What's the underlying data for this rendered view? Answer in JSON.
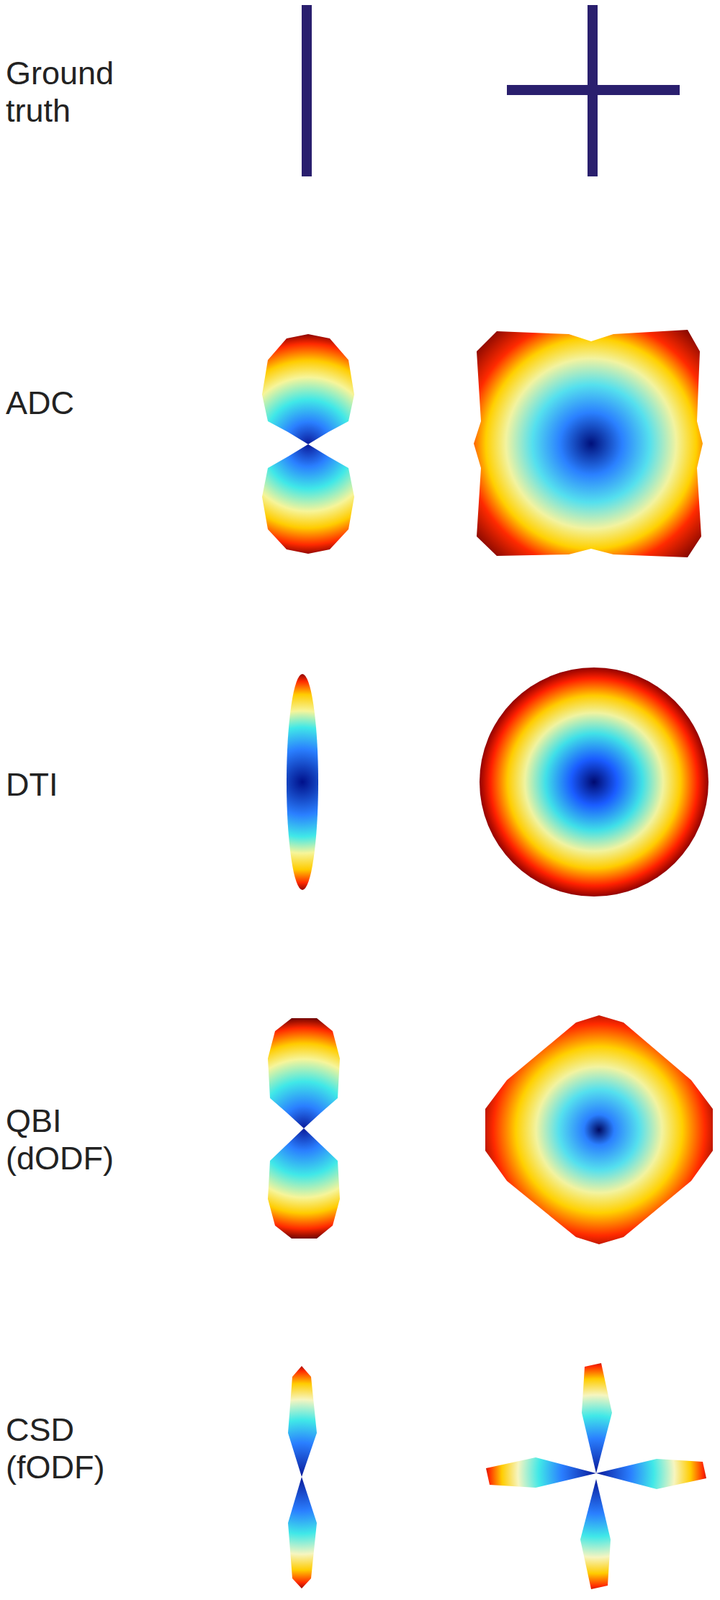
{
  "diagram": {
    "labels": [
      "Ground truth",
      "ADC",
      "DTI",
      "QBI (dODF)",
      "CSD (fODF)"
    ]
  }
}
